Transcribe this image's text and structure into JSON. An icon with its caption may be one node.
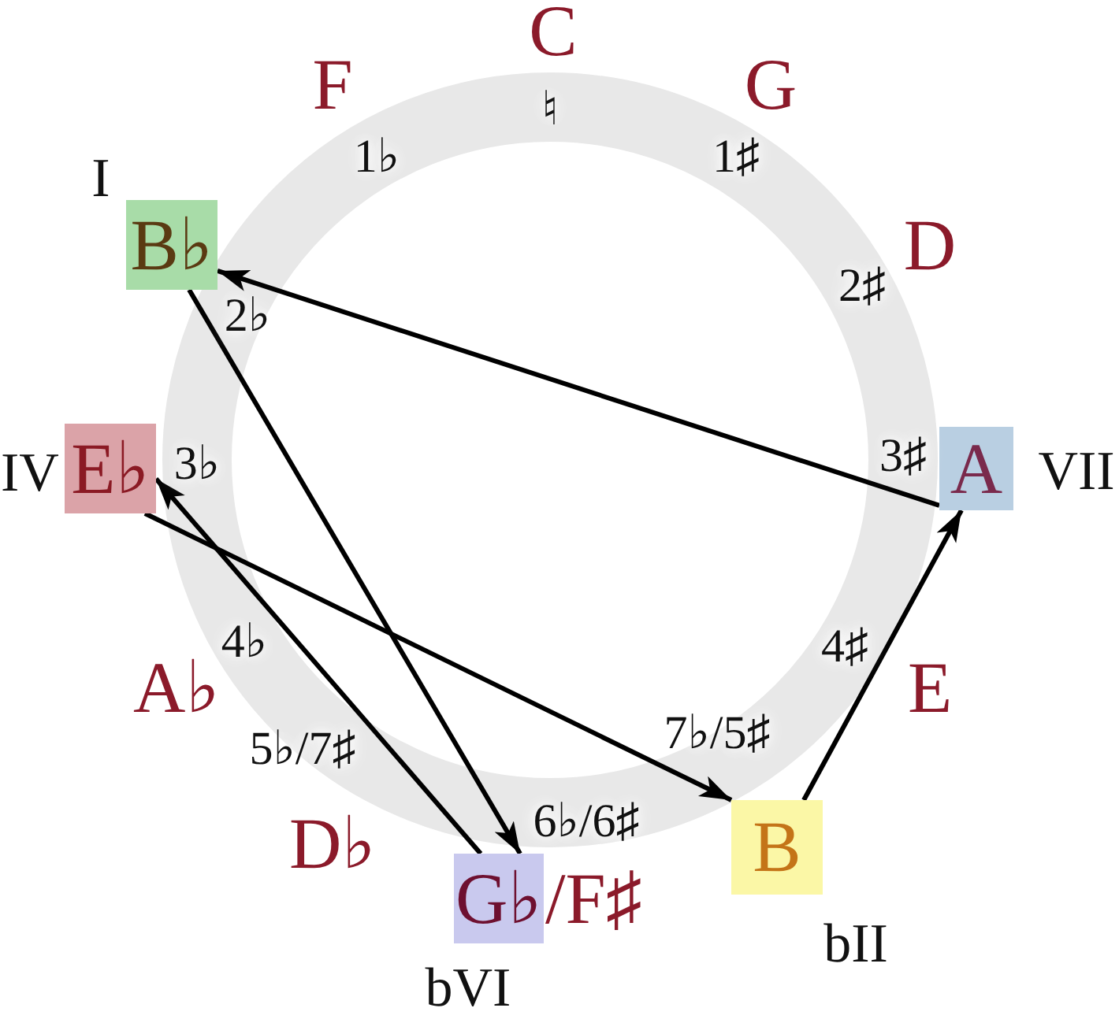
{
  "diagram": {
    "nodes": [
      {
        "text": [
          "B♭"
        ],
        "beside": [
          "I"
        ]
      },
      {
        "text": [
          "E♭"
        ],
        "beside": [
          "IV"
        ]
      },
      {
        "text": [
          "A"
        ],
        "beside": [
          "VII"
        ]
      },
      {
        "text": [
          "B"
        ],
        "beside": [
          "bII"
        ]
      },
      {
        "text": [
          "G♭"
        ],
        "beside": [
          "/F♯",
          "bVI"
        ]
      }
    ],
    "edges": [
      {
        "from": 0,
        "to": 4,
        "arrow": "to"
      },
      {
        "from": 4,
        "to": 1,
        "arrow": "to"
      },
      {
        "from": 1,
        "to": 3,
        "arrow": "to"
      },
      {
        "from": 3,
        "to": 2,
        "arrow": "to"
      },
      {
        "from": 2,
        "to": 0,
        "arrow": "to"
      }
    ],
    "labels": [
      "C",
      "F",
      "G",
      "♮",
      "1♭",
      "1♯",
      "D",
      "2♭",
      "2♯",
      "3♭",
      "3♯",
      "4♭",
      "4♯",
      "A♭",
      "E",
      "5♭/7♯",
      "7♭/5♯",
      "6♭/6♯",
      "D♭"
    ]
  }
}
